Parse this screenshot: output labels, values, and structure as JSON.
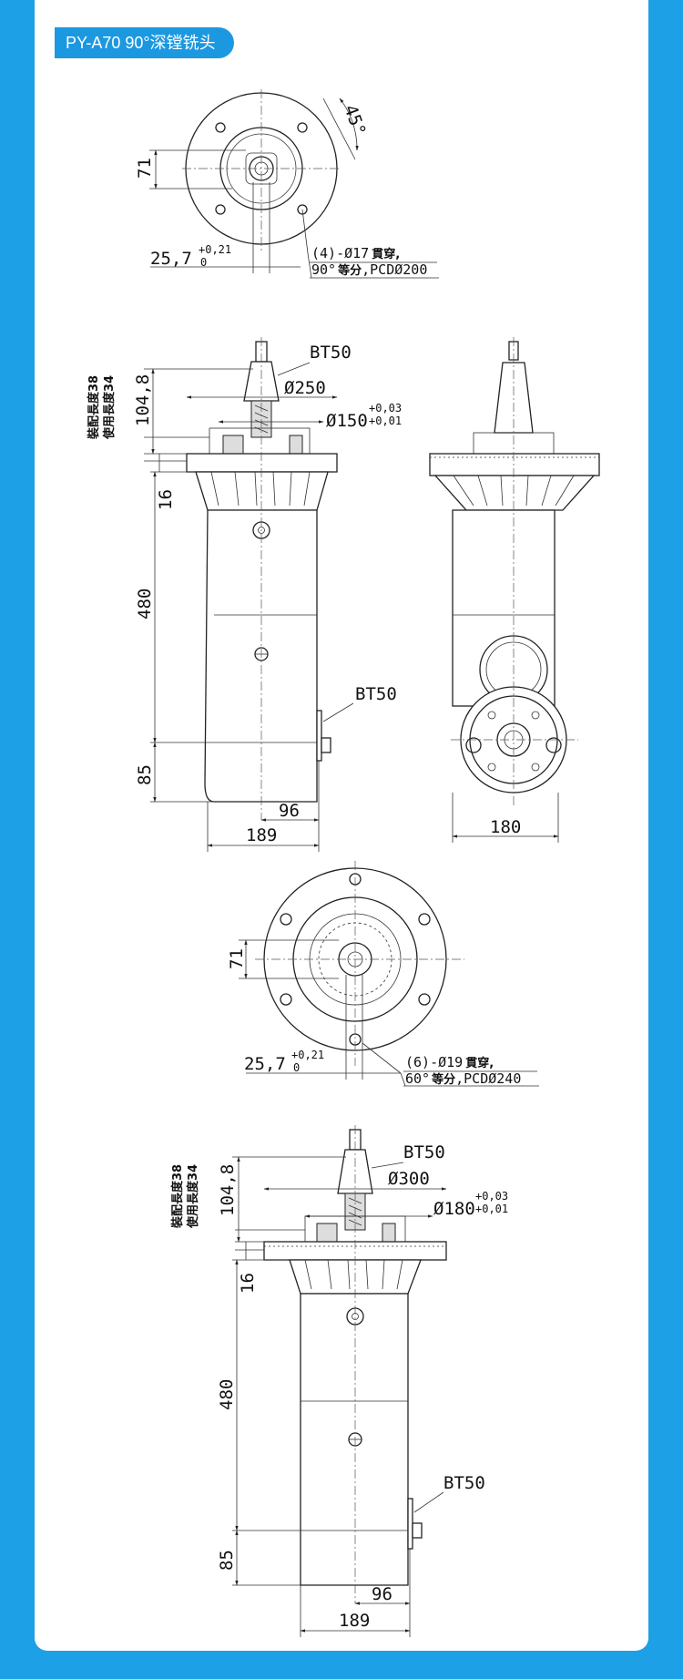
{
  "title": "PY-A70 90°深镗铣头",
  "views": {
    "top1": {
      "dim_71": "71",
      "dim_45": "45°",
      "dim_offset": "25,7",
      "tol_plus": "+0,21",
      "tol_zero": "0",
      "note_line1_a": "(4)-Ø17",
      "note_line1_b": "貫穿,",
      "note_line2_a": "90°",
      "note_line2_b": "等分",
      "note_line2_c": ",PCDØ200"
    },
    "side1": {
      "bt50_top": "BT50",
      "dia_250": "Ø250",
      "dia_150": "Ø150",
      "tol_plus": "+0,03",
      "tol_minus": "+0,01",
      "label_assembly": "裝配長度38",
      "label_usable": "使用長度34",
      "dim_104_8": "104,8",
      "dim_16": "16",
      "dim_480": "480",
      "dim_85": "85",
      "bt50_side": "BT50",
      "dim_96": "96",
      "dim_189": "189"
    },
    "front1": {
      "dim_180": "180"
    },
    "top2": {
      "dim_71": "71",
      "dim_offset": "25,7",
      "tol_plus": "+0,21",
      "tol_zero": "0",
      "note_line1_a": "(6)-Ø19",
      "note_line1_b": "貫穿,",
      "note_line2_a": "60°",
      "note_line2_b": "等分",
      "note_line2_c": ",PCDØ240"
    },
    "side2": {
      "bt50_top": "BT50",
      "dia_300": "Ø300",
      "dia_180": "Ø180",
      "tol_plus": "+0,03",
      "tol_minus": "+0,01",
      "label_assembly": "裝配長度38",
      "label_usable": "使用長度34",
      "dim_104_8": "104,8",
      "dim_16": "16",
      "dim_480": "480",
      "dim_85": "85",
      "bt50_side": "BT50",
      "dim_96": "96",
      "dim_189": "189"
    }
  }
}
